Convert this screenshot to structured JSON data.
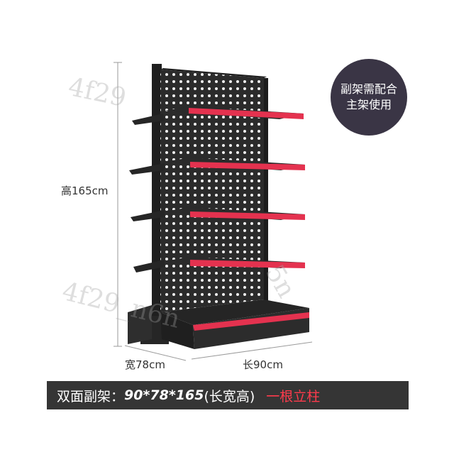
{
  "dimensions": {
    "height": "高165cm",
    "width": "宽78cm",
    "length": "长90cm"
  },
  "badge": {
    "line1": "副架需配合",
    "line2": "主架使用"
  },
  "footer": {
    "label": "双面副架：",
    "dims": "90*78*165",
    "paren": "(长宽高)",
    "accent": "一根立柱"
  },
  "watermarks": [
    "4f29",
    "4f29_n6n",
    "5n"
  ],
  "colors": {
    "shelf_red": "#e4324f",
    "frame_black": "#2a2a2a",
    "badge_bg": "#3a3545",
    "footer_bg": "#353535",
    "accent": "#ff3b4c"
  }
}
